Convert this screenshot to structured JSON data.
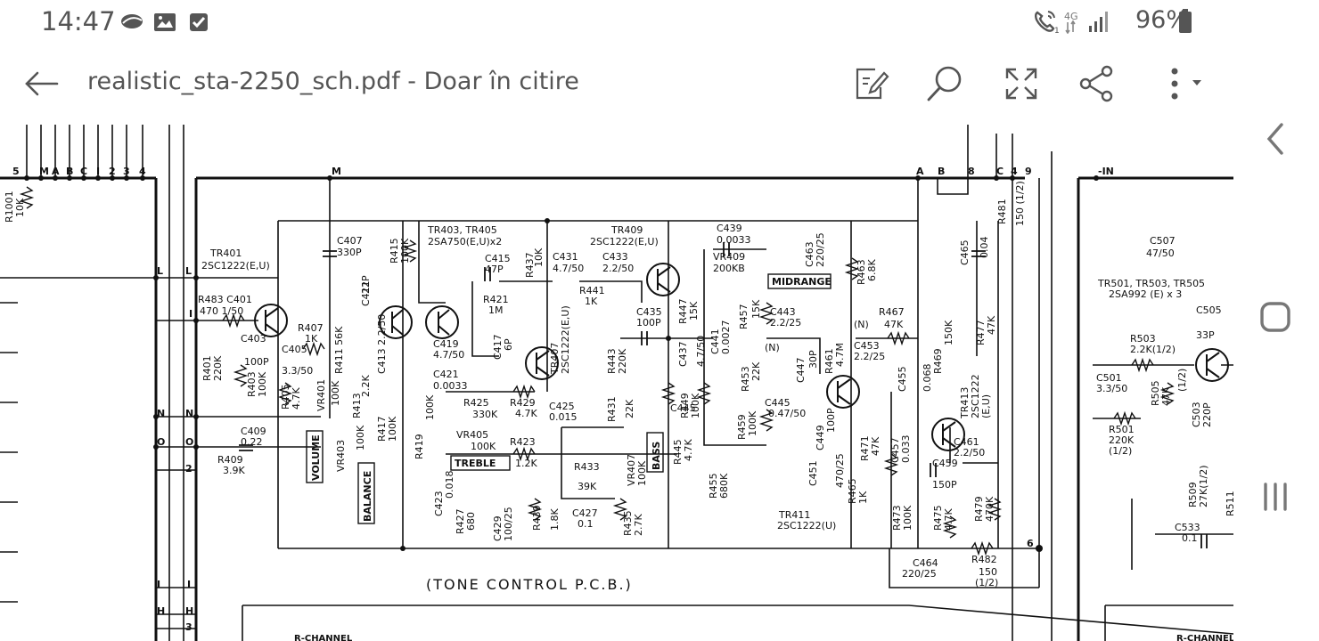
{
  "status_bar": {
    "time": "14:47",
    "left_icons": [
      "cloud-icon",
      "image-icon",
      "checkbox-icon"
    ],
    "right_icons": [
      "wifi-calling-icon",
      "signal-4g-icon",
      "battery-icon"
    ],
    "network_label": "4G",
    "battery_percent": "96%"
  },
  "app_bar": {
    "title": "realistic_sta-2250_sch.pdf - Doar în citire",
    "actions": [
      "edit-icon",
      "search-icon",
      "fullscreen-icon",
      "share-icon",
      "more-icon"
    ]
  },
  "schematic": {
    "title": "(TONE CONTROL P.C.B.)",
    "boxed_labels": [
      "VOLUME",
      "BALANCE",
      "TREBLE",
      "BASS",
      "MIDRANGE"
    ],
    "transistor_groups": [
      "TR401\n2SC1222(E,U)",
      "TR403, TR405\n2SA750(E,U)x2",
      "TR409\n2SC1222(E,U)",
      "TR407\n2SC1222(E,U)",
      "TR411\n2SC1222(U)",
      "TR413\n2SC1222\n(E,U)",
      "TR501, TR503, TR505\n2SA992 (E) x 3"
    ],
    "components": [
      "R1001 10K",
      "C407 330P",
      "R415 100K",
      "C415 47P",
      "R437 10K",
      "C431 4.7/50",
      "C433 2.2/50",
      "C439 0.0033",
      "VR409 200KB",
      "C463 220/25",
      "R463 6.8K",
      "C465 0.04",
      "R481 150 (1/2)",
      "R483 470",
      "C401 1/50",
      "C411 22P",
      "R421 1M",
      "R441 1K",
      "C435 100P",
      "R447 15K",
      "R457 15K",
      "C443 2.2/25",
      "R467 47K",
      "C453 2.2/25",
      "R469 150K",
      "R477 47K",
      "C403 100P",
      "C405 3.3/50",
      "R407 1K",
      "R411 56K",
      "C413 2.2/50",
      "C419 4.7/50",
      "C417 6P",
      "R401 220K",
      "R403 100K",
      "R405 4.7K",
      "VR401 100K",
      "R413 2.2K",
      "R417 100K",
      "R419 100K",
      "C421 0.0033",
      "R429 4.7K",
      "R425 330K",
      "VR405 100K",
      "C425 0.015",
      "R431 22K",
      "R423 1.2K",
      "VR407 100K",
      "R433 39K",
      "C427 0.1",
      "C423 0.018",
      "R427 680",
      "C429 100/25",
      "R439 1.8K",
      "R435 2.7K",
      "R443 220K",
      "C437 4.7/50",
      "C441 0.0027",
      "R453 22K",
      "R449 100K",
      "R445 4.7K",
      "C447 30P",
      "R461 4.7M",
      "R459 100K",
      "C445 0.47/50",
      "C449 100P",
      "C451 470/25",
      "R455 680K",
      "C455 0.068",
      "C457 0.033",
      "C459 150P",
      "C461 2.2/50",
      "R471 47K",
      "R465 1K",
      "R473 100K",
      "R475 4.7K",
      "R479 470K",
      "C464 220/25",
      "R482 150 (1/2)",
      "C409 0.22",
      "R409 3.9K",
      "VR403",
      "C507 47/50",
      "C505 33P",
      "R503 2.2K(1/2)",
      "C501 3.3/50",
      "R505 47K",
      "C503 220P",
      "R501 220K (1/2)",
      "R509 27K(1/2)",
      "C533 0.1",
      "R511"
    ],
    "terminals": [
      "5",
      "M",
      "A",
      "B",
      "C",
      "I",
      "2",
      "3",
      "4",
      "L",
      "N",
      "O",
      "H",
      "6",
      "8",
      "9",
      "(N)",
      "-IN",
      "R-CHANNEL"
    ]
  },
  "nav_bar": {
    "buttons": [
      "back-nav-icon",
      "home-nav-icon",
      "recents-nav-icon"
    ]
  }
}
